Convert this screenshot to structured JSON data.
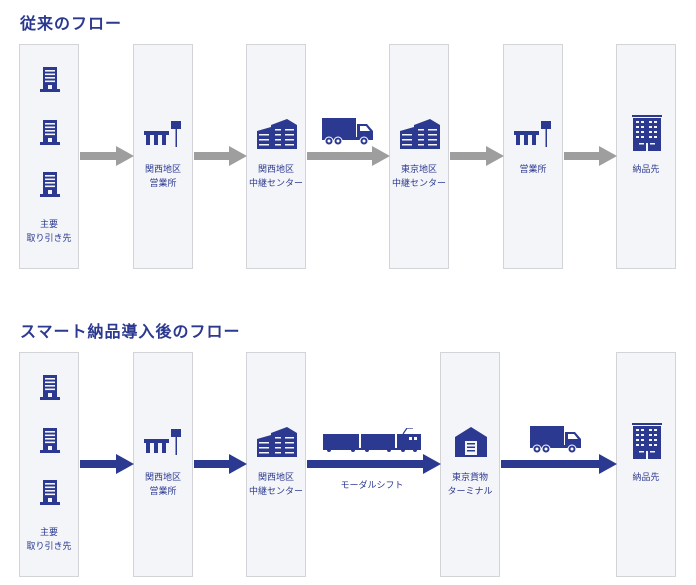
{
  "colors": {
    "accent": "#2b3990",
    "arrow_old": "#9e9e9e",
    "arrow_new": "#2b3990",
    "box_fill": "#f4f5f8",
    "box_border": "#d2d4d8"
  },
  "conventional": {
    "title": "従来のフロー",
    "nodes": [
      {
        "label": "主要\n取り引き先",
        "icon": "office-tower-icon"
      },
      {
        "label": "関西地区\n営業所",
        "icon": "sales-office-icon"
      },
      {
        "label": "関西地区\n中継センター",
        "icon": "distribution-center-icon"
      },
      {
        "label": "東京地区\n中継センター",
        "icon": "distribution-center-icon"
      },
      {
        "label": "営業所",
        "icon": "sales-office-icon"
      },
      {
        "label": "納品先",
        "icon": "destination-building-icon"
      }
    ],
    "transport_icon": "truck-icon"
  },
  "smart": {
    "title": "スマート納品導入後のフロー",
    "nodes": [
      {
        "label": "主要\n取り引き先",
        "icon": "office-tower-icon"
      },
      {
        "label": "関西地区\n営業所",
        "icon": "sales-office-icon"
      },
      {
        "label": "関西地区\n中継センター",
        "icon": "distribution-center-icon"
      },
      {
        "label": "東京貨物\nターミナル",
        "icon": "warehouse-icon"
      },
      {
        "label": "納品先",
        "icon": "destination-building-icon"
      }
    ],
    "modal_shift_label": "モーダルシフト",
    "rail_icon": "freight-train-icon",
    "truck_icon": "truck-icon"
  }
}
